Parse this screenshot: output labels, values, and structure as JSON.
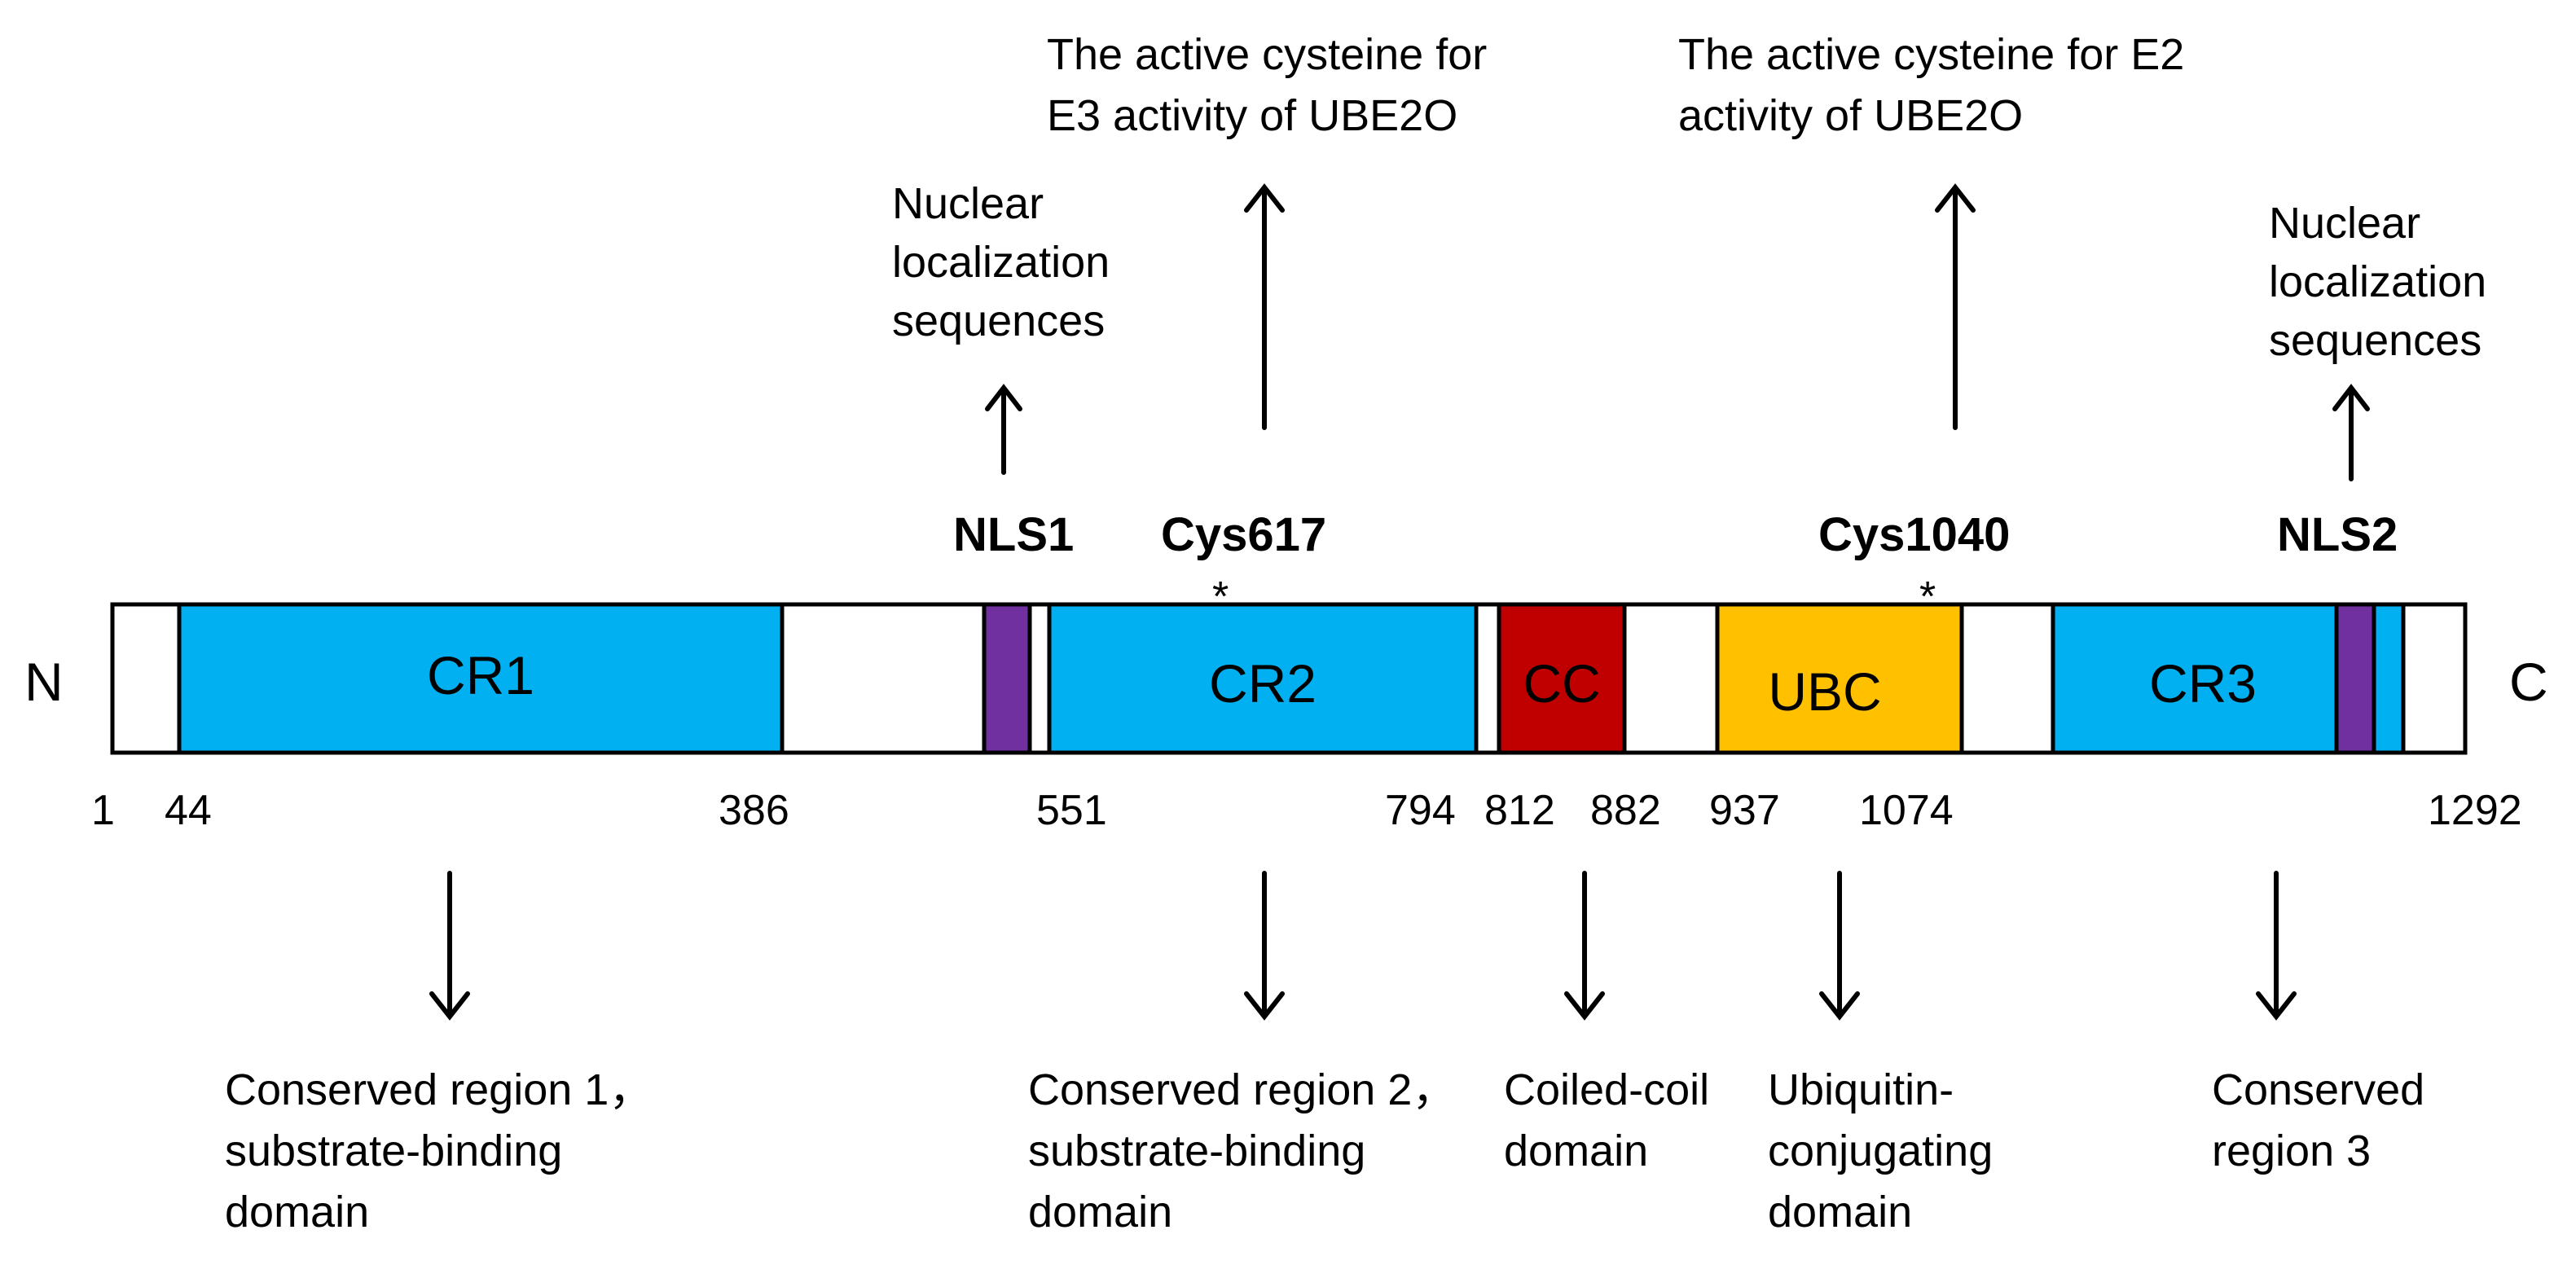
{
  "protein": {
    "n_terminus": "N",
    "c_terminus": "C",
    "length": 1292,
    "colors": {
      "conserved_region": "#00b0f0",
      "nls": "#7030a0",
      "coiled_coil": "#c00000",
      "ubc": "#ffc000",
      "backbone": "#ffffff"
    }
  },
  "domains": [
    {
      "id": "cr1",
      "label": "CR1",
      "start": 44,
      "end": 386
    },
    {
      "id": "cr2",
      "label": "CR2",
      "start": 551,
      "end": 794
    },
    {
      "id": "cc",
      "label": "CC",
      "start": 812,
      "end": 882
    },
    {
      "id": "ubc",
      "label": "UBC",
      "start": 937,
      "end": 1074
    },
    {
      "id": "cr3",
      "label": "CR3"
    }
  ],
  "positions": [
    "1",
    "44",
    "386",
    "551",
    "794",
    "812",
    "882",
    "937",
    "1074",
    "1292"
  ],
  "sites": {
    "nls1": {
      "label": "NLS1",
      "description": [
        "Nuclear",
        "localization",
        "sequences"
      ]
    },
    "cys617": {
      "label": "Cys617",
      "marker": "*",
      "description": [
        "The active cysteine for",
        "E3 activity of UBE2O"
      ]
    },
    "cys1040": {
      "label": "Cys1040",
      "marker": "*",
      "description": [
        "The active cysteine for E2",
        "activity of UBE2O"
      ]
    },
    "nls2": {
      "label": "NLS2",
      "description": [
        "Nuclear",
        "localization",
        "sequences"
      ]
    }
  },
  "annotations": {
    "cr1": [
      "Conserved region 1，",
      "substrate-binding",
      "domain"
    ],
    "cr2": [
      "Conserved region 2，",
      "substrate-binding",
      "domain"
    ],
    "cc": [
      "Coiled-coil",
      "domain"
    ],
    "ubc": [
      "Ubiquitin-",
      "conjugating",
      "domain"
    ],
    "cr3": [
      "Conserved",
      "region 3"
    ]
  }
}
